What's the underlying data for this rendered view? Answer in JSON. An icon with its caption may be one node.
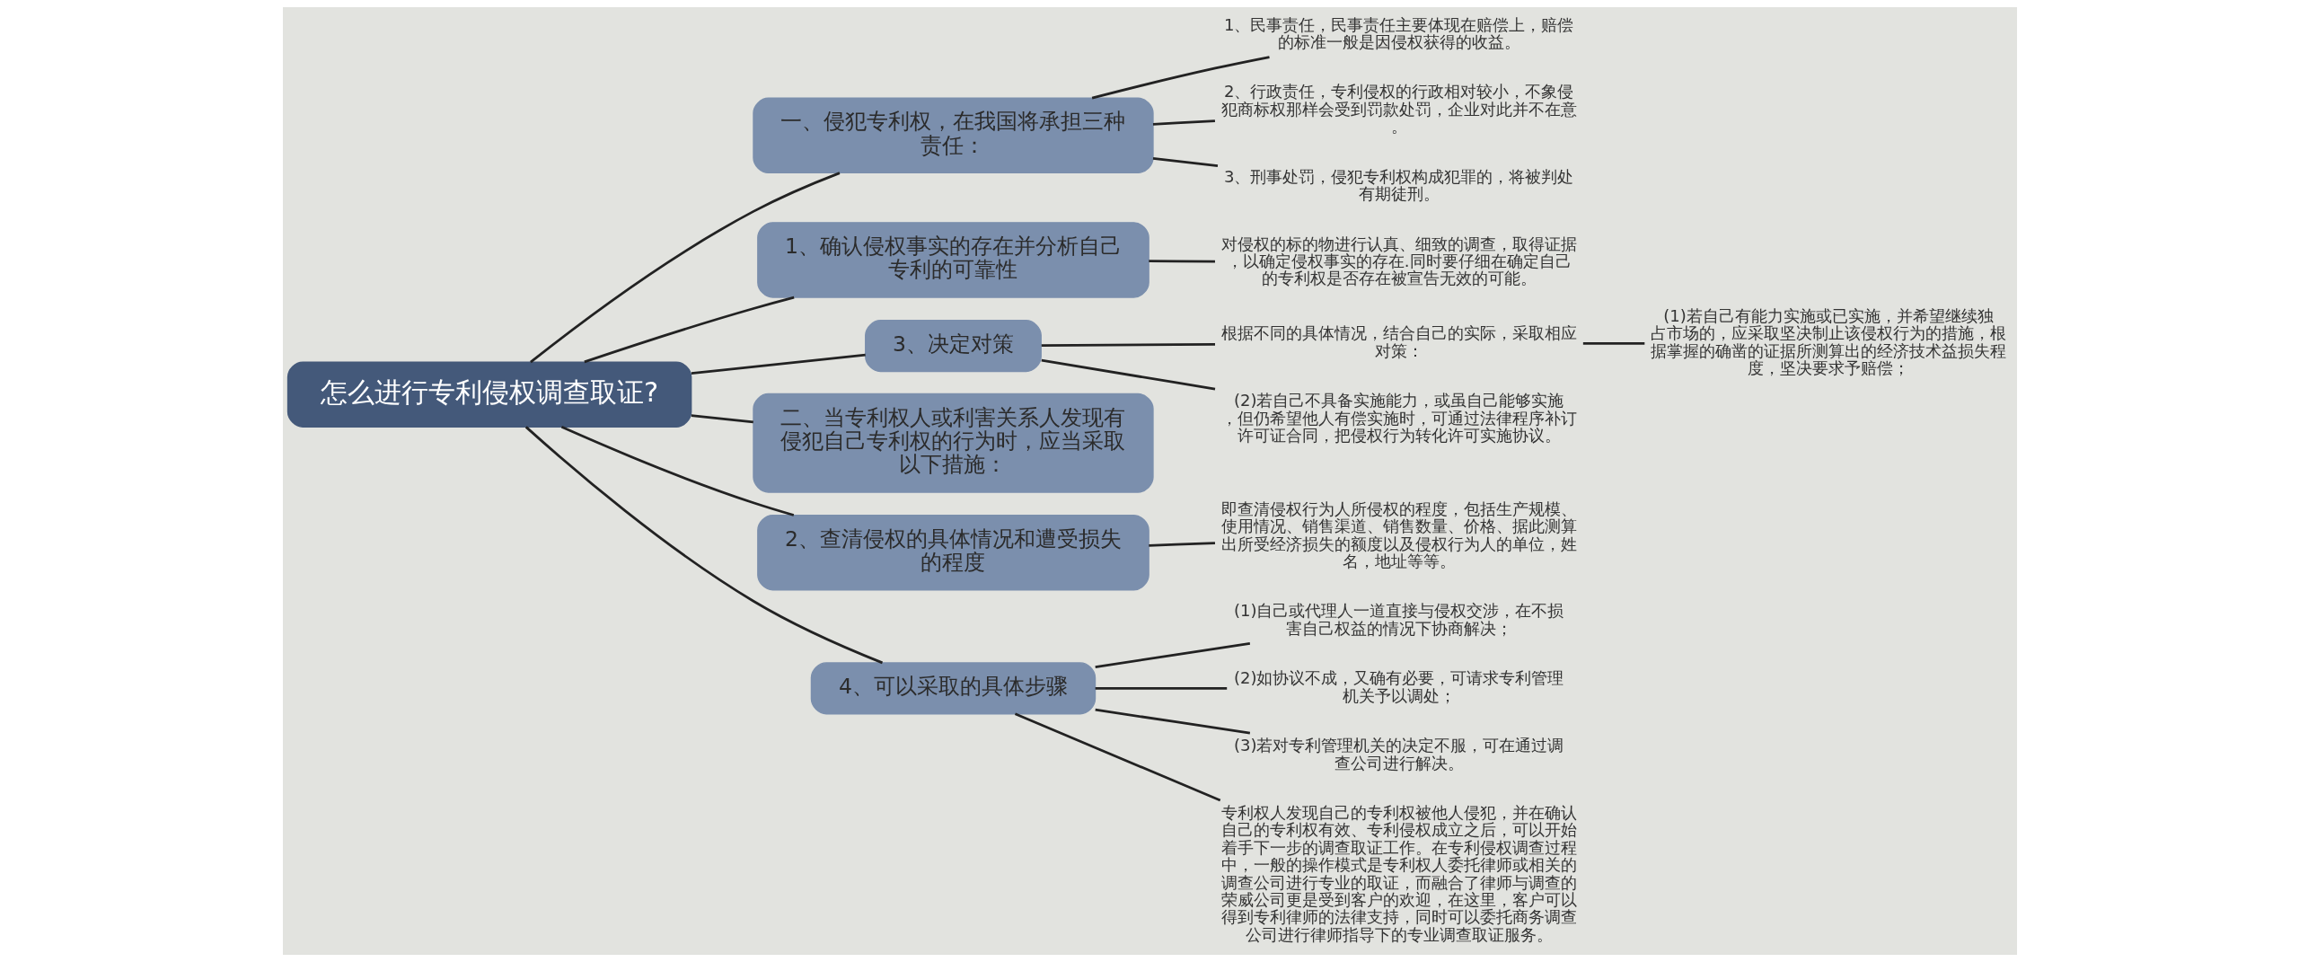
{
  "diagram": {
    "nodes": [
      {
        "text": [
          "怎么进行专利侵权调查取证?"
        ]
      },
      {
        "text": [
          "一、侵犯专利权，在我国将承担三种责任："
        ]
      },
      {
        "text": [
          "1、民事责任，民事责任主要体现在赔偿上，赔偿的标准一般是因侵权获得的收益。"
        ]
      },
      {
        "text": [
          "2、行政责任，专利侵权的行政相对较小，不象侵犯商标权那样会受到罚款处罚，企业对此并不在意。"
        ]
      },
      {
        "text": [
          "3、刑事处罚，侵犯专利权构成犯罪的，将被判处有期徒刑。"
        ]
      },
      {
        "text": [
          "1、确认侵权事实的存在并分析自己专利的可靠性"
        ]
      },
      {
        "text": [
          "对侵权的标的物进行认真、细致的调查，取得证据，以确定侵权事实的存在.同时要仔细在确定自己的专利权是否存在被宣告无效的可能。"
        ]
      },
      {
        "text": [
          "3、决定对策"
        ]
      },
      {
        "text": [
          "根据不同的具体情况，结合自己的实际，采取相应对策："
        ]
      },
      {
        "text": [
          "(1)若自己有能力实施或已实施，并希望继续独占市场的，应采取坚决制止该侵权行为的措施，根据掌握的确凿的证据所测算出的经济技术益损失程度，坚决要求予赔偿；"
        ]
      },
      {
        "text": [
          "(2)若自己不具备实施能力，或虽自己能够实施，但仍希望他人有偿实施时，可通过法律程序补订许可证合同，把侵权行为转化许可实施协议。"
        ]
      },
      {
        "text": [
          "二、当专利权人或利害关系人发现有侵犯自己专利权的行为时，应当采取以下措施："
        ]
      },
      {
        "text": [
          "2、查清侵权的具体情况和遭受损失的程度"
        ]
      },
      {
        "text": [
          "即查清侵权行为人所侵权的程度，包括生产规模、使用情况、销售渠道、销售数量、价格、据此测算出所受经济损失的额度以及侵权行为人的单位，姓名，地址等等。"
        ]
      },
      {
        "text": [
          "4、可以采取的具体步骤"
        ]
      },
      {
        "text": [
          "(1)自己或代理人一道直接与侵权交涉，在不损害自己权益的情况下协商解决；"
        ]
      },
      {
        "text": [
          "(2)如协议不成，又确有必要，可请求专利管理机关予以调处；"
        ]
      },
      {
        "text": [
          "(3)若对专利管理机关的决定不服，可在通过调查公司进行解决。"
        ]
      },
      {
        "text": [
          "专利权人发现自己的专利权被他人侵犯，并在确认自己的专利权有效、专利侵权成立之后，可以开始着手下一步的调查取证工作。在专利侵权调查过程中，一般的操作模式是专利权人委托律师或相关的调查公司进行专业的取证，而融合了律师与调查的荣威公司更是受到客户的欢迎，在这里，客户可以得到专利律师的法律支持，同时可以委托商务调查公司进行律师指导下的专业调查取证服务。"
        ]
      }
    ],
    "edges": [
      {
        "from": 0,
        "to": 1,
        "arrow": "none"
      },
      {
        "from": 1,
        "to": 2,
        "arrow": "none"
      },
      {
        "from": 1,
        "to": 3,
        "arrow": "none"
      },
      {
        "from": 1,
        "to": 4,
        "arrow": "none"
      },
      {
        "from": 0,
        "to": 5,
        "arrow": "none"
      },
      {
        "from": 5,
        "to": 6,
        "arrow": "none"
      },
      {
        "from": 0,
        "to": 7,
        "arrow": "none"
      },
      {
        "from": 7,
        "to": 8,
        "arrow": "none"
      },
      {
        "from": 8,
        "to": 9,
        "arrow": "none"
      },
      {
        "from": 7,
        "to": 10,
        "arrow": "none"
      },
      {
        "from": 0,
        "to": 11,
        "arrow": "none"
      },
      {
        "from": 0,
        "to": 12,
        "arrow": "none"
      },
      {
        "from": 12,
        "to": 13,
        "arrow": "none"
      },
      {
        "from": 0,
        "to": 14,
        "arrow": "none"
      },
      {
        "from": 14,
        "to": 15,
        "arrow": "none"
      },
      {
        "from": 14,
        "to": 16,
        "arrow": "none"
      },
      {
        "from": 14,
        "to": 17,
        "arrow": "none"
      },
      {
        "from": 14,
        "to": 18,
        "arrow": "none"
      }
    ]
  }
}
